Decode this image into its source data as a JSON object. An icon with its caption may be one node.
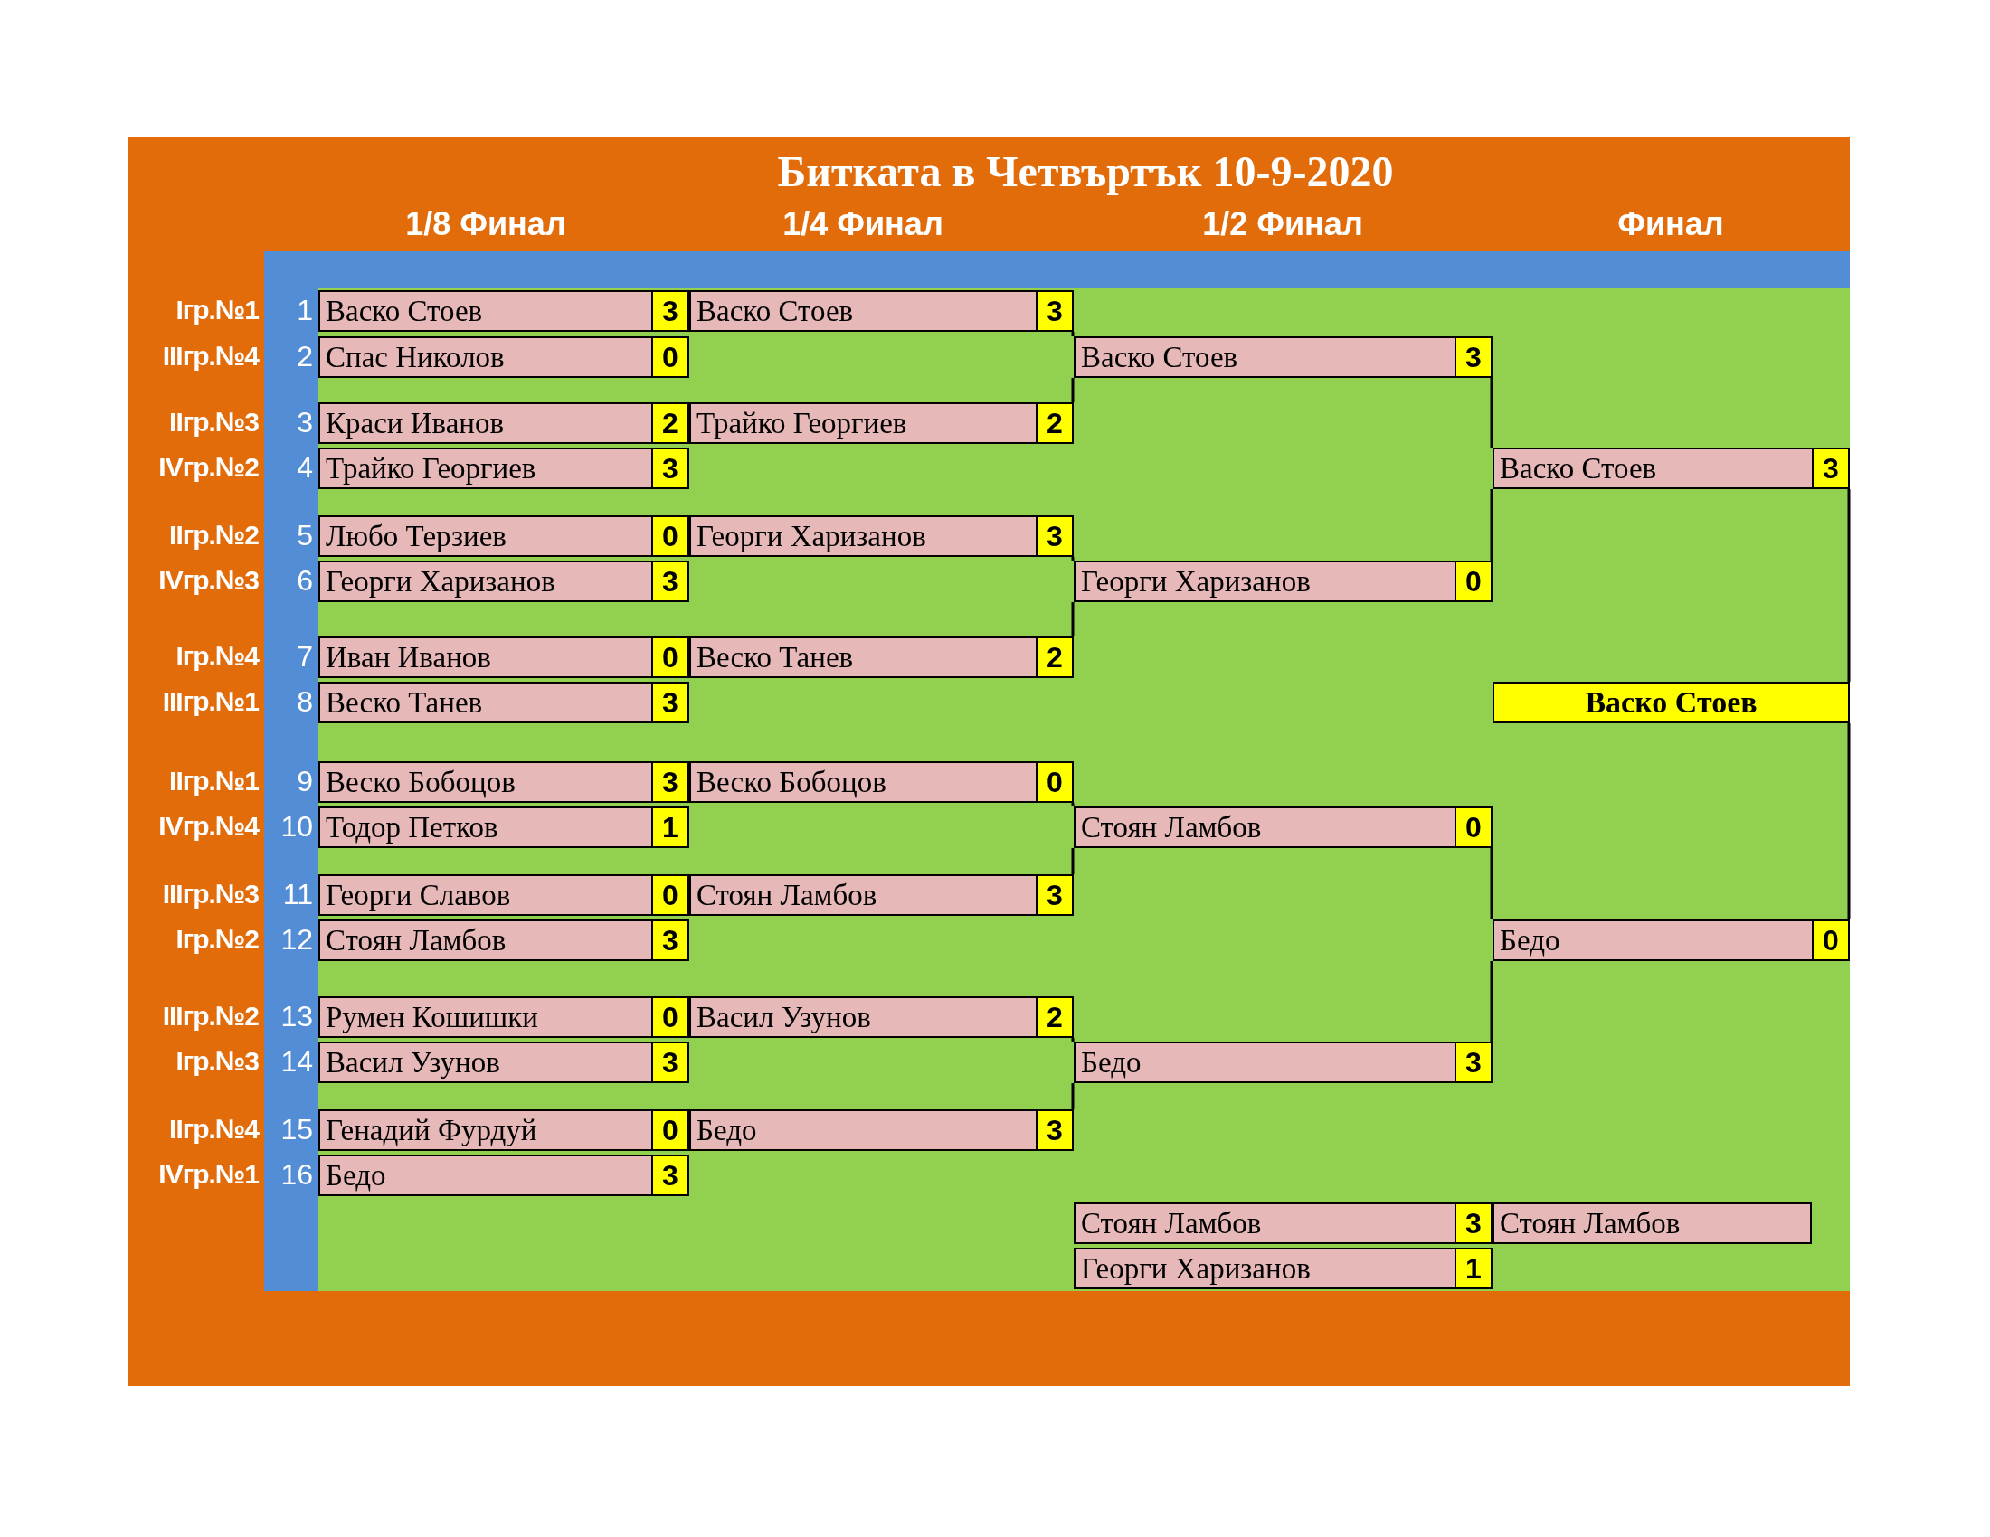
{
  "diagram": {
    "title": "Битката в Четвъртък 10-9-2020",
    "nodes": [
      {
        "text": [
          "Васко Стоев",
          "3"
        ]
      },
      {
        "text": [
          "Спас Николов",
          "0"
        ]
      },
      {
        "text": [
          "Краси Иванов",
          "2"
        ]
      },
      {
        "text": [
          "Трайко Георгиев",
          "3"
        ]
      },
      {
        "text": [
          "Любо Терзиев",
          "0"
        ]
      },
      {
        "text": [
          "Георги Харизанов",
          "3"
        ]
      },
      {
        "text": [
          "Иван Иванов",
          "0"
        ]
      },
      {
        "text": [
          "Веско Танев",
          "3"
        ]
      },
      {
        "text": [
          "Веско Бобоцов",
          "3"
        ]
      },
      {
        "text": [
          "Тодор Петков",
          "1"
        ]
      },
      {
        "text": [
          "Георги Славов",
          "0"
        ]
      },
      {
        "text": [
          "Стоян Ламбов",
          "3"
        ]
      },
      {
        "text": [
          "Румен Кошишки",
          "0"
        ]
      },
      {
        "text": [
          "Васил Узунов",
          "3"
        ]
      },
      {
        "text": [
          "Генадий Фурдуй",
          "0"
        ]
      },
      {
        "text": [
          "Бедо",
          "3"
        ]
      },
      {
        "text": [
          "Васко Стоев",
          "3"
        ]
      },
      {
        "text": [
          "Трайко Георгиев",
          "2"
        ]
      },
      {
        "text": [
          "Георги Харизанов",
          "3"
        ]
      },
      {
        "text": [
          "Веско Танев",
          "2"
        ]
      },
      {
        "text": [
          "Веско Бобоцов",
          "0"
        ]
      },
      {
        "text": [
          "Стоян Ламбов",
          "3"
        ]
      },
      {
        "text": [
          "Васил Узунов",
          "2"
        ]
      },
      {
        "text": [
          "Бедо",
          "3"
        ]
      },
      {
        "text": [
          "Васко Стоев",
          "3"
        ]
      },
      {
        "text": [
          "Георги Харизанов",
          "0"
        ]
      },
      {
        "text": [
          "Стоян Ламбов",
          "0"
        ]
      },
      {
        "text": [
          "Бедо",
          "3"
        ]
      },
      {
        "text": [
          "Васко Стоев",
          "3"
        ]
      },
      {
        "text": [
          "Бедо",
          "0"
        ]
      },
      {
        "text": [
          "Васко Стоев"
        ]
      },
      {
        "text": [
          "Стоян Ламбов",
          "3"
        ]
      },
      {
        "text": [
          "Георги Харизанов",
          "1"
        ]
      },
      {
        "text": [
          "Стоян Ламбов"
        ]
      }
    ],
    "edges": [
      {
        "from": 16,
        "to": 24,
        "arrow": "none"
      },
      {
        "from": 17,
        "to": 24,
        "arrow": "none"
      },
      {
        "from": 18,
        "to": 25,
        "arrow": "none"
      },
      {
        "from": 19,
        "to": 25,
        "arrow": "none"
      },
      {
        "from": 20,
        "to": 26,
        "arrow": "none"
      },
      {
        "from": 21,
        "to": 26,
        "arrow": "none"
      },
      {
        "from": 22,
        "to": 27,
        "arrow": "none"
      },
      {
        "from": 23,
        "to": 27,
        "arrow": "none"
      },
      {
        "from": 24,
        "to": 28,
        "arrow": "none"
      },
      {
        "from": 25,
        "to": 28,
        "arrow": "none"
      },
      {
        "from": 26,
        "to": 29,
        "arrow": "none"
      },
      {
        "from": 27,
        "to": 29,
        "arrow": "none"
      },
      {
        "from": 28,
        "to": 30,
        "arrow": "none"
      },
      {
        "from": 29,
        "to": 30,
        "arrow": "none"
      }
    ],
    "labels": [
      "1/8 Финал",
      "1/4 Финал",
      "1/2 Финал",
      "Финал",
      "Iгр.№1",
      "1",
      "IIIгр.№4",
      "2",
      "IIгр.№3",
      "3",
      "IVгр.№2",
      "4",
      "IIгр.№2",
      "5",
      "IVгр.№3",
      "6",
      "Iгр.№4",
      "7",
      "IIIгр.№1",
      "8",
      "IIгр.№1",
      "9",
      "IVгр.№4",
      "10",
      "IIIгр.№3",
      "11",
      "Iгр.№2",
      "12",
      "IIIгр.№2",
      "13",
      "Iгр.№3",
      "14",
      "IIгр.№4",
      "15",
      "IVгр.№1",
      "16"
    ]
  }
}
